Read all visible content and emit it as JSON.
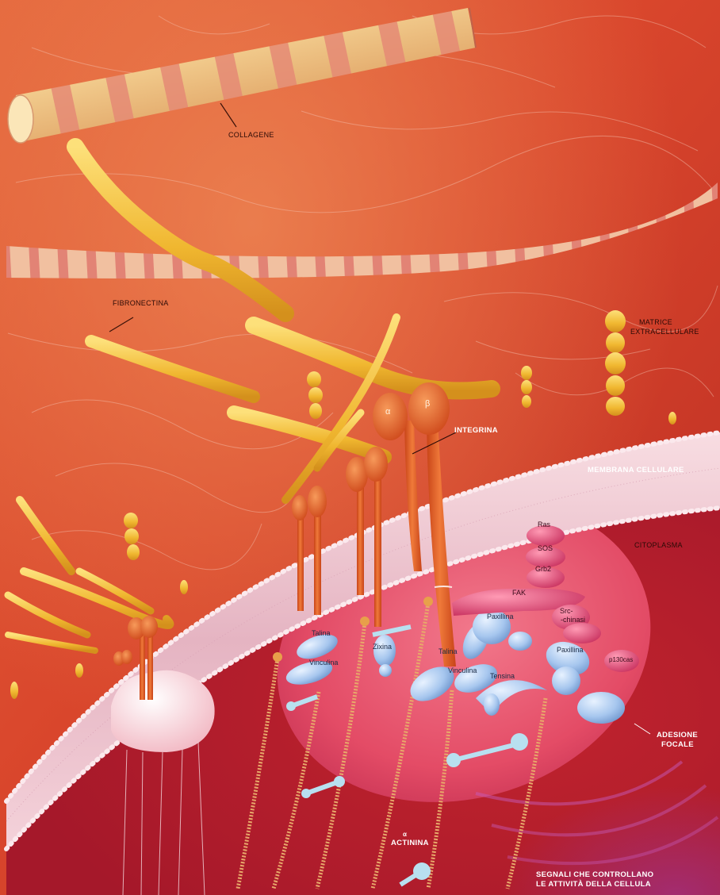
{
  "labels": {
    "collagene": "COLLAGENE",
    "fibronectina": "FIBRONECTINA",
    "matrice_line1": "MATRICE",
    "matrice_line2": "EXTRACELLULARE",
    "integrina": "INTEGRINA",
    "membrana": "MEMBRANA CELLULARE",
    "citoplasma": "CITOPLASMA",
    "adesione_line1": "ADESIONE",
    "adesione_line2": "FOCALE",
    "actinina_prefix": "α",
    "actinina": "ACTININA",
    "segnali_line1": "SEGNALI CHE CONTROLLANO",
    "segnali_line2": "LE ATTIVITÀ DELLA CELLULA",
    "alpha": "α",
    "beta": "β",
    "ras": "Ras",
    "sos": "SOS",
    "grb2": "Grb2",
    "fak": "FAK",
    "src_line1": "Src-",
    "src_line2": "-chinasi",
    "paxillina_1": "Paxillina",
    "paxillina_2": "Paxillina",
    "p130": "p130cas",
    "talina_1": "Talina",
    "talina_2": "Talina",
    "vinculina_1": "Vinculina",
    "vinculina_2": "Vinculina",
    "zixina": "Zixina",
    "tensina": "Tensina"
  },
  "colors": {
    "background": "#d8432a",
    "collagen_light": "#f6dca0",
    "collagen_band": "#e88870",
    "fibronectin": "#f2b833",
    "integrin": "#e8622a",
    "membrane": "#f0c4cc",
    "focal_adhesion": "#f0607a",
    "blue_proteins": "#a8c8ee",
    "pink_proteins": "#e04a78"
  }
}
